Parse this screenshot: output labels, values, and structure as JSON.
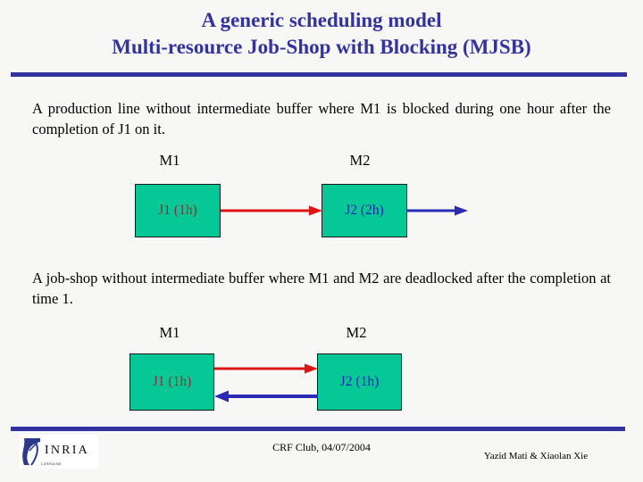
{
  "slide": {
    "title_line1": "A generic scheduling model",
    "title_line2": "Multi-resource Job-Shop with Blocking (MJSB)",
    "title_color": "#3333a0",
    "rule_color": "#3333a0",
    "background": "#f7f7f5"
  },
  "section1": {
    "paragraph": "A production line without intermediate buffer where M1 is blocked during one hour after the completion of J1 on it.",
    "machine_labels": [
      "M1",
      "M2"
    ],
    "boxes": [
      {
        "label": "J1 (1h)",
        "fill": "#06c896",
        "text_color": "#8c2f2f"
      },
      {
        "label": "J2 (2h)",
        "fill": "#06c896",
        "text_color": "#2222b4"
      }
    ],
    "arrows": [
      {
        "name": "red-arrow-j1-to-j2",
        "color": "#dd1414",
        "direction": "right"
      },
      {
        "name": "blue-arrow-j2-out",
        "color": "#2a2ab4",
        "direction": "right"
      }
    ]
  },
  "section2": {
    "paragraph": "A job-shop without intermediate buffer where M1 and M2 are deadlocked after the completion at time 1.",
    "machine_labels": [
      "M1",
      "M2"
    ],
    "boxes": [
      {
        "label": "J1 (1h)",
        "fill": "#06c896",
        "text_color": "#8c2f2f"
      },
      {
        "label": "J2 (1h)",
        "fill": "#06c896",
        "text_color": "#2222b4"
      }
    ],
    "arrows": [
      {
        "name": "red-arrow-j1-to-j2",
        "color": "#dd1414",
        "direction": "right"
      },
      {
        "name": "blue-arrow-j2-to-j1",
        "color": "#2a2ab4",
        "direction": "left"
      }
    ]
  },
  "footer": {
    "logo_word": "INRIA",
    "logo_subtext": "LORRAINE",
    "center_text": "CRF Club, 04/07/2004",
    "right_text": "Yazid Mati & Xiaolan Xie"
  }
}
